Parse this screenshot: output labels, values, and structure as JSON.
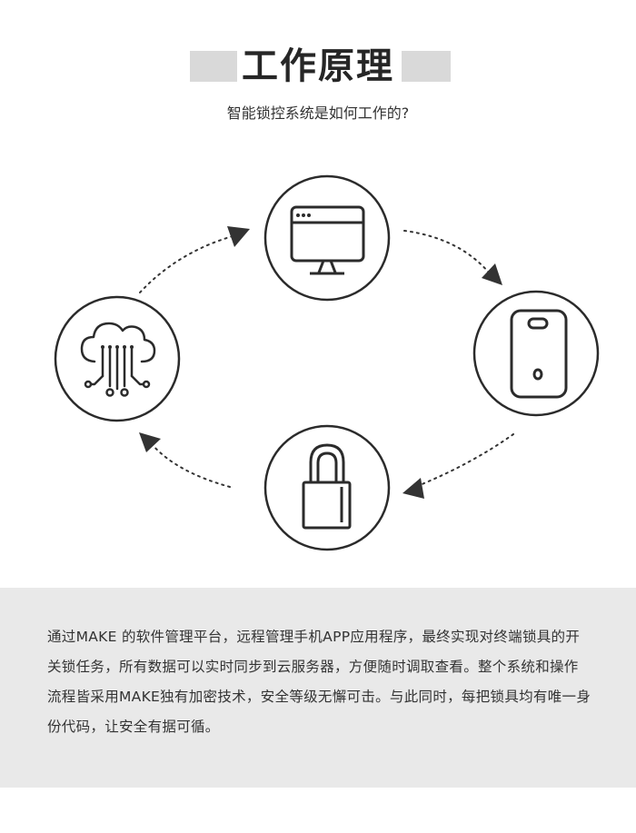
{
  "header": {
    "title": "工作原理",
    "subtitle": "智能锁控系统是如何工作的?"
  },
  "diagram": {
    "nodes": [
      {
        "id": "computer",
        "icon": "monitor-icon"
      },
      {
        "id": "phone",
        "icon": "phone-icon"
      },
      {
        "id": "lock",
        "icon": "padlock-icon"
      },
      {
        "id": "cloud",
        "icon": "cloud-server-icon"
      }
    ],
    "flow": [
      "computer",
      "phone",
      "lock",
      "cloud",
      "computer"
    ],
    "colors": {
      "stroke": "#2b2b2b",
      "arrow": "#333333"
    }
  },
  "description": {
    "text": "通过MAKE 的软件管理平台，远程管理手机APP应用程序，最终实现对终端锁具的开关锁任务，所有数据可以实时同步到云服务器，方便随时调取查看。整个系统和操作流程皆采用MAKE独有加密技术，安全等级无懈可击。与此同时，每把锁具均有唯一身份代码，让安全有据可循。"
  }
}
